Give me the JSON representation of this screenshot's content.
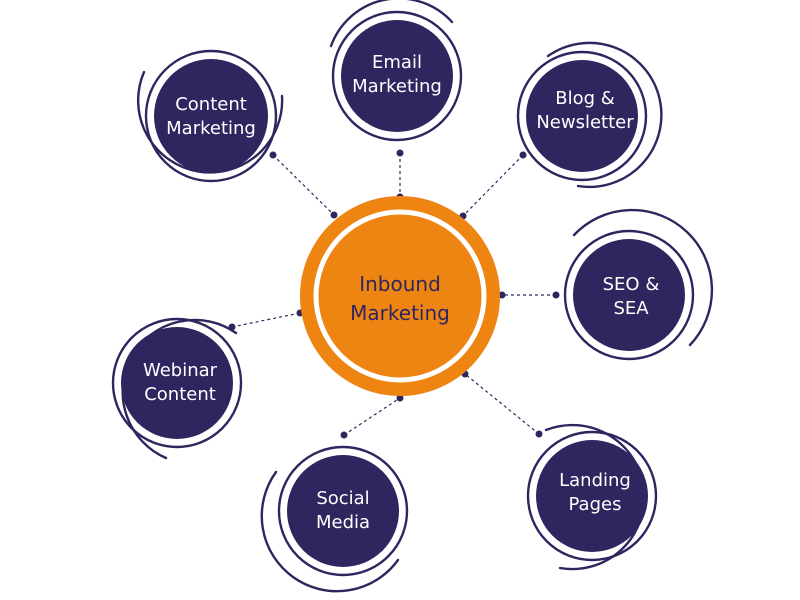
{
  "hub": {
    "line1": "Inbound",
    "line2": "Marketing",
    "color": "#ee8513"
  },
  "nodes": [
    {
      "id": "content-marketing",
      "line1": "Content",
      "line2": "Marketing"
    },
    {
      "id": "email-marketing",
      "line1": "Email",
      "line2": "Marketing"
    },
    {
      "id": "blog-newsletter",
      "line1": "Blog &",
      "line2": "Newsletter"
    },
    {
      "id": "seo-sea",
      "line1": "SEO &",
      "line2": "SEA"
    },
    {
      "id": "webinar-content",
      "line1": "Webinar",
      "line2": "Content"
    },
    {
      "id": "social-media",
      "line1": "Social",
      "line2": "Media"
    },
    {
      "id": "landing-pages",
      "line1": "Landing",
      "line2": "Pages"
    }
  ],
  "colors": {
    "node": "#2f265f",
    "hub": "#ee8513",
    "background": "#ffffff"
  }
}
